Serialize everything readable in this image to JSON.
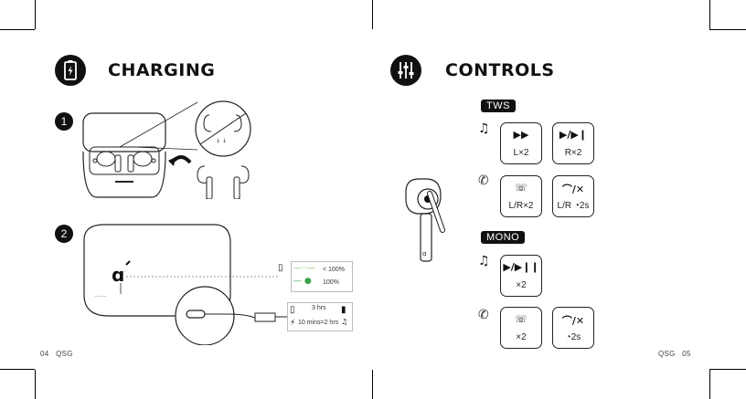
{
  "left_page": {
    "title": "CHARGING",
    "steps": [
      "1",
      "2"
    ],
    "status": {
      "low": "< 100%",
      "full": "100%"
    },
    "charge_time": {
      "full_time": "3 hrs",
      "quick_charge": "10 mins=2 hrs"
    },
    "page_number": "04",
    "page_label": "QSG",
    "colors": {
      "low_led": "#7ab648",
      "full_led": "#3aa04a"
    }
  },
  "right_page": {
    "title": "CONTROLS",
    "tws_tag": "TWS",
    "mono_tag": "MONO",
    "tws_music": [
      {
        "symbol": "▶▶",
        "caption": "L×2"
      },
      {
        "symbol": "▶/▶❙",
        "caption": "R×2"
      }
    ],
    "tws_call": [
      {
        "symbol": "☏",
        "caption": "L/R×2"
      },
      {
        "symbol": "⌒/✕",
        "caption": "L/R ◔2s"
      }
    ],
    "mono_music": [
      {
        "symbol": "▶/▶❙❙",
        "caption": "×2"
      }
    ],
    "mono_call": [
      {
        "symbol": "☏",
        "caption": "×2"
      },
      {
        "symbol": "⌒/✕",
        "caption": "◔2s"
      }
    ],
    "page_number": "05",
    "page_label": "QSG",
    "icons": [
      "music-note-icon",
      "phone-icon"
    ]
  }
}
